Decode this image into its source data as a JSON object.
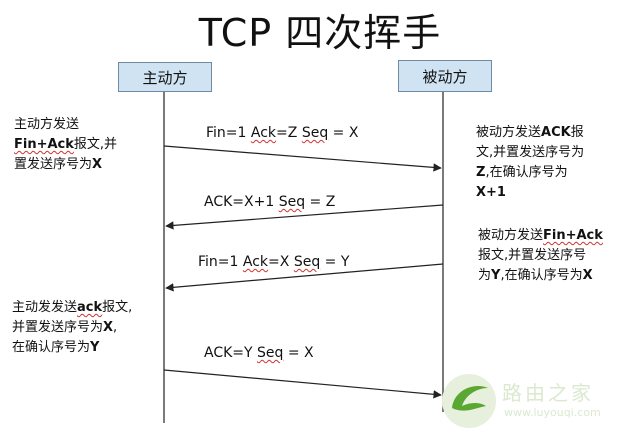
{
  "title": "TCP 四次挥手",
  "participants": {
    "left": "主动方",
    "right": "被动方"
  },
  "messages": [
    {
      "label_prefix": "Fin=1 ",
      "label_ack": "Ack",
      "label_mid": "=Z ",
      "label_seq": "Seq",
      "label_suffix": " = X",
      "direction": "left-to-right"
    },
    {
      "label_prefix": "ACK=X+1 ",
      "label_seq": "Seq",
      "label_suffix": " = Z",
      "direction": "right-to-left"
    },
    {
      "label_prefix": "Fin=1 ",
      "label_ack": "Ack",
      "label_mid": "=X ",
      "label_seq": "Seq",
      "label_suffix": " = Y",
      "direction": "right-to-left"
    },
    {
      "label_prefix": "ACK=Y ",
      "label_seq": "Seq",
      "label_suffix": " = X",
      "direction": "left-to-right"
    }
  ],
  "notes": {
    "left_1": {
      "l1": "主动方发送",
      "l2_bold": "Fin+Ack",
      "l2_rest": "报文,并",
      "l3_text": "置发送序号为",
      "l3_bold": "X"
    },
    "right_1": {
      "l1_text": "被动方发送",
      "l1_bold": "ACK",
      "l1_rest": "报",
      "l2": "文,并置发送序号为",
      "l3_bold": "Z",
      "l3_rest": ",在确认序号为",
      "l4_bold": "X+1"
    },
    "right_2": {
      "l1_text": "被动方发送",
      "l1_bold": "Fin+Ack",
      "l2": "报文,并置发送序号",
      "l3_text": "为",
      "l3_bold": "Y",
      "l3_rest": ",在确认序号为",
      "l3_bold2": "X"
    },
    "left_2": {
      "l1_text": "主动发发送",
      "l1_bold": "ack",
      "l1_rest": "报文,",
      "l2_text": "并置发送序号为",
      "l2_bold": "X",
      "l2_rest": ",",
      "l3_text": "在确认序号为",
      "l3_bold": "Y"
    }
  },
  "watermark": {
    "text": "路由之家",
    "sub": "www.luyouqi.com"
  }
}
